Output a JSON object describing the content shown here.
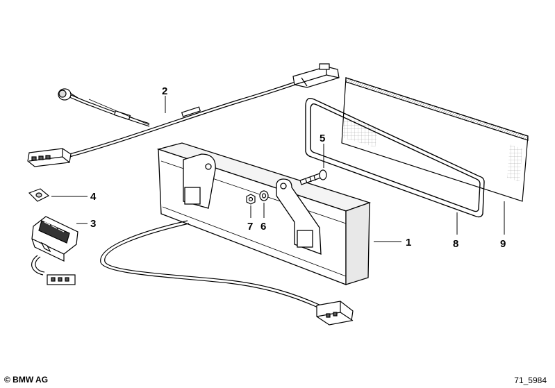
{
  "labels": {
    "p1": "1",
    "p2": "2",
    "p3": "3",
    "p4": "4",
    "p5": "5",
    "p6": "6",
    "p7": "7",
    "p8": "8",
    "p9": "9"
  },
  "footer": {
    "copyright": "© BMW AG",
    "diagram_ref": "71_5984"
  }
}
